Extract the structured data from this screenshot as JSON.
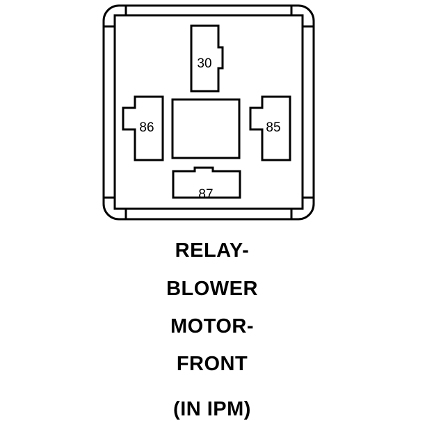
{
  "relay": {
    "pins": {
      "pin_30": "30",
      "pin_86": "86",
      "pin_85": "85",
      "pin_87": "87"
    }
  },
  "caption": {
    "line1": "RELAY-",
    "line2": "BLOWER",
    "line3": "MOTOR-",
    "line4": "FRONT",
    "line5": "(IN IPM)"
  },
  "colors": {
    "stroke": "#000000",
    "background": "#ffffff"
  }
}
